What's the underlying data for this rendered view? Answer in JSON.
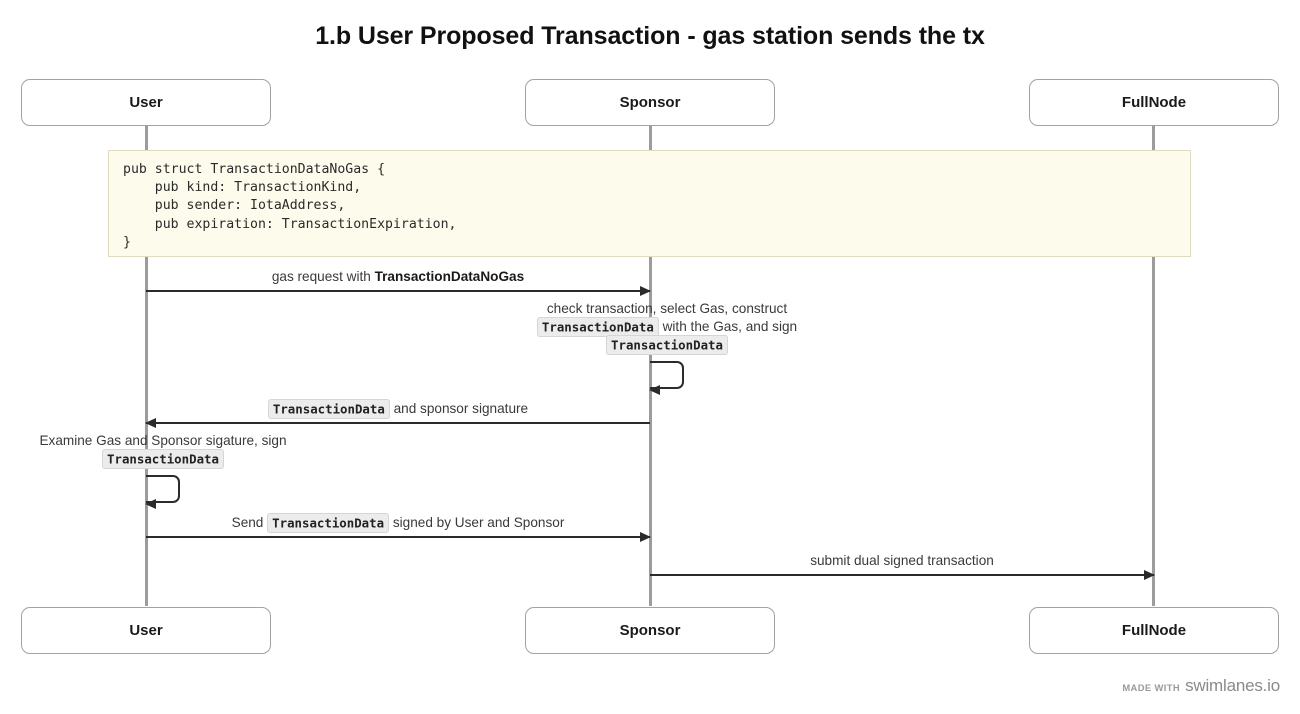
{
  "title": "1.b User Proposed Transaction - gas station sends the tx",
  "participants": [
    {
      "name": "User",
      "label": "User"
    },
    {
      "name": "Sponsor",
      "label": "Sponsor"
    },
    {
      "name": "FullNode",
      "label": "FullNode"
    }
  ],
  "note": {
    "code": "pub struct TransactionDataNoGas {\n    pub kind: TransactionKind,\n    pub sender: IotaAddress,\n    pub expiration: TransactionExpiration,\n}"
  },
  "messages": [
    {
      "id": "gas-request",
      "from": "User",
      "to": "Sponsor",
      "direction": "right",
      "label_plain": "gas request with TransactionDataNoGas",
      "label_parts": [
        {
          "text": "gas request with ",
          "style": "plain"
        },
        {
          "text": "TransactionDataNoGas",
          "style": "bold"
        }
      ]
    },
    {
      "id": "sponsor-self-check",
      "from": "Sponsor",
      "to": "Sponsor",
      "direction": "self",
      "label_plain": "check transaction, select Gas, construct TransactionData with the Gas, and sign TransactionData",
      "label_lines": [
        [
          {
            "text": "check transaction, select Gas, construct",
            "style": "plain"
          }
        ],
        [
          {
            "text": "TransactionData",
            "style": "code"
          },
          {
            "text": " with the Gas, and sign",
            "style": "plain"
          }
        ],
        [
          {
            "text": "TransactionData",
            "style": "code"
          }
        ]
      ]
    },
    {
      "id": "return-txdata-signature",
      "from": "Sponsor",
      "to": "User",
      "direction": "left",
      "label_plain": "TransactionData and sponsor signature",
      "label_parts": [
        {
          "text": "TransactionData",
          "style": "code"
        },
        {
          "text": " and sponsor signature",
          "style": "plain"
        }
      ]
    },
    {
      "id": "user-self-examine",
      "from": "User",
      "to": "User",
      "direction": "self",
      "label_plain": "Examine Gas and Sponsor sigature, sign TransactionData",
      "label_lines": [
        [
          {
            "text": "Examine Gas and Sponsor sigature, sign",
            "style": "plain"
          }
        ],
        [
          {
            "text": "TransactionData",
            "style": "code"
          }
        ]
      ]
    },
    {
      "id": "send-dual-signed",
      "from": "User",
      "to": "Sponsor",
      "direction": "right",
      "label_plain": "Send TransactionData signed by User and Sponsor",
      "label_parts": [
        {
          "text": "Send ",
          "style": "plain"
        },
        {
          "text": "TransactionData",
          "style": "code"
        },
        {
          "text": " signed by User and Sponsor",
          "style": "plain"
        }
      ]
    },
    {
      "id": "submit-dual-signed",
      "from": "Sponsor",
      "to": "FullNode",
      "direction": "right",
      "label_plain": "submit dual signed transaction",
      "label_parts": [
        {
          "text": "submit dual signed transaction",
          "style": "plain"
        }
      ]
    }
  ],
  "watermark": {
    "made_with": "Made with",
    "brand": "swimlanes.io"
  },
  "colors": {
    "note_background": "#fdfcec",
    "note_border": "#dedbc0",
    "lifeline": "#9c9c9c",
    "box_border": "#a2a2a2",
    "arrow": "#2b2b2b",
    "code_background": "#ececec",
    "text": "#3a3a3a"
  }
}
